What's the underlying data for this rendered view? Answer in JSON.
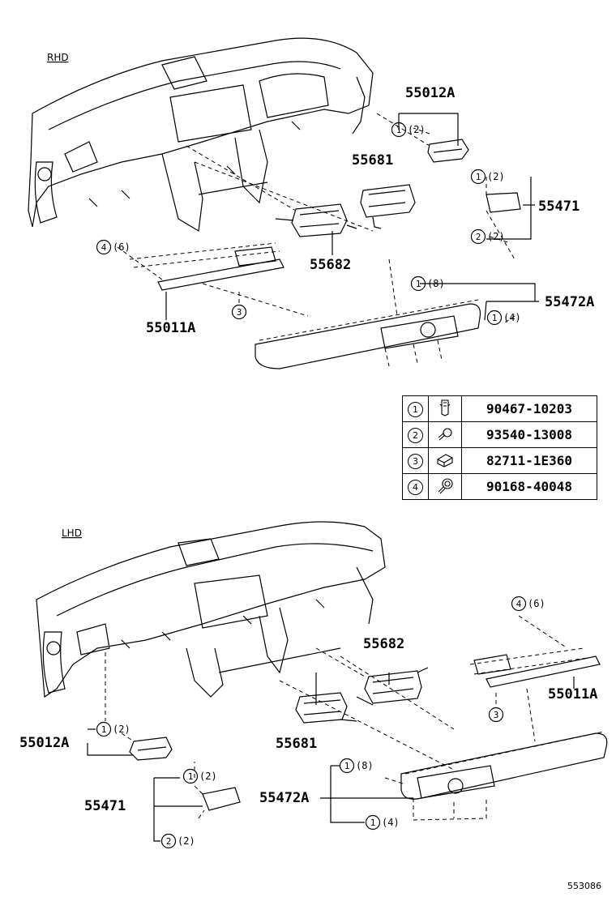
{
  "sections": {
    "rhd": "RHD",
    "lhd": "LHD"
  },
  "parts": {
    "p55012A": "55012A",
    "p55681": "55681",
    "p55471": "55471",
    "p55682": "55682",
    "p55011A": "55011A",
    "p55472A": "55472A"
  },
  "callouts": {
    "rhd": [
      {
        "num": "1",
        "qty": "(2)"
      },
      {
        "num": "1",
        "qty": "(2)"
      },
      {
        "num": "2",
        "qty": "(2)"
      },
      {
        "num": "4",
        "qty": "(6)"
      },
      {
        "num": "3",
        "qty": ""
      },
      {
        "num": "1",
        "qty": "(8)"
      },
      {
        "num": "1",
        "qty": "(4)"
      }
    ],
    "lhd": [
      {
        "num": "4",
        "qty": "(6)"
      },
      {
        "num": "3",
        "qty": ""
      },
      {
        "num": "1",
        "qty": "(2)"
      },
      {
        "num": "1",
        "qty": "(2)"
      },
      {
        "num": "2",
        "qty": "(2)"
      },
      {
        "num": "1",
        "qty": "(8)"
      },
      {
        "num": "1",
        "qty": "(4)"
      }
    ]
  },
  "legend": [
    {
      "num": "1",
      "icon": "clip-icon",
      "part": "90467-10203"
    },
    {
      "num": "2",
      "icon": "screw-icon",
      "part": "93540-13008"
    },
    {
      "num": "3",
      "icon": "nut-icon",
      "part": "82711-1E360"
    },
    {
      "num": "4",
      "icon": "bolt-icon",
      "part": "90168-40048"
    }
  ],
  "reference_id": "553086"
}
